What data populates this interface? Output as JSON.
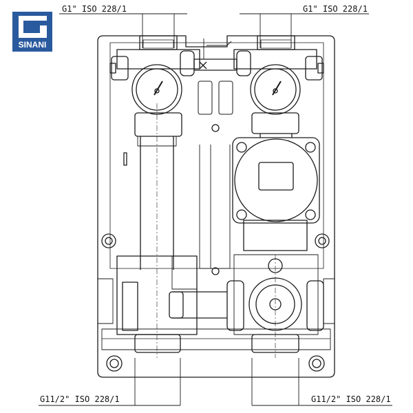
{
  "brand": {
    "name": "SINANI",
    "color": "#2a5a9e"
  },
  "labels": {
    "top_left": "G1\" ISO 228/1",
    "top_right": "G1\" ISO 228/1",
    "bottom_left": "G11/2\" ISO 228/1",
    "bottom_right": "G11/2\" ISO 228/1"
  },
  "colors": {
    "line": "#1a1a1a",
    "background": "#ffffff"
  }
}
